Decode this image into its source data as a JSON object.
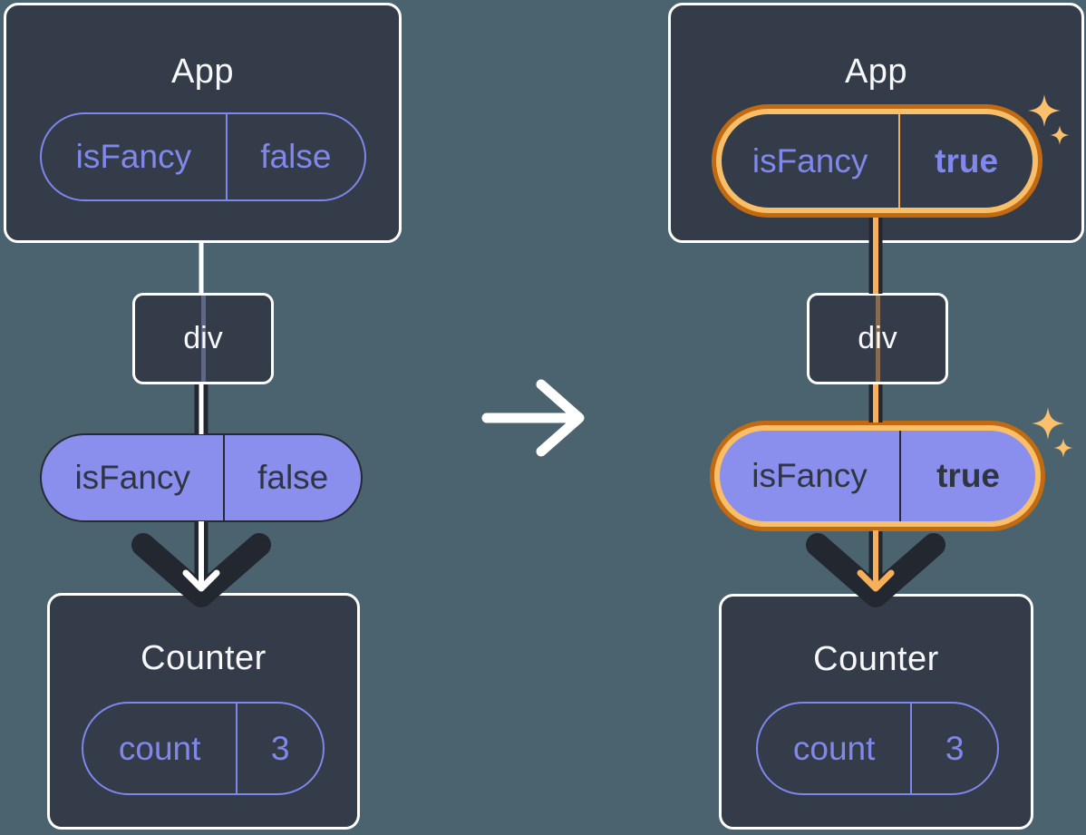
{
  "colors": {
    "background": "#4A636E",
    "box_fill": "#343B49",
    "box_border": "#FFFFFF",
    "purple_accent": "#8088EC",
    "purple_pill_fill": "#8A8FEE",
    "dark_ink": "#23272F",
    "highlight_ring_outer": "#C16A12",
    "highlight_ring_inner": "#F8BE68",
    "highlight_arrow": "#F7AF5A",
    "sparkle": "#FBC06C",
    "white_arrow": "#FFFFFF"
  },
  "icons": {
    "transition_arrow": "right-arrow",
    "sparkle": "four-point-star",
    "flow_arrow_down": "down-arrow"
  },
  "panels": {
    "before": {
      "app": {
        "title": "App",
        "prop": {
          "name": "isFancy",
          "value": "false"
        }
      },
      "middle": {
        "label": "div"
      },
      "passed_prop": {
        "name": "isFancy",
        "value": "false"
      },
      "counter": {
        "title": "Counter",
        "prop": {
          "name": "count",
          "value": "3"
        }
      }
    },
    "after": {
      "app": {
        "title": "App",
        "prop": {
          "name": "isFancy",
          "value": "true"
        }
      },
      "middle": {
        "label": "div"
      },
      "passed_prop": {
        "name": "isFancy",
        "value": "true"
      },
      "counter": {
        "title": "Counter",
        "prop": {
          "name": "count",
          "value": "3"
        }
      }
    }
  }
}
